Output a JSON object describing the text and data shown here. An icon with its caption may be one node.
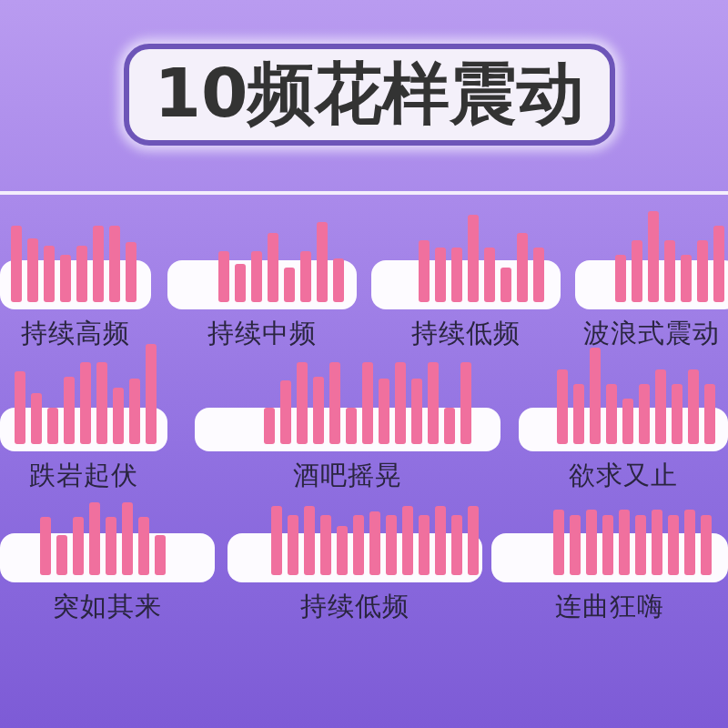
{
  "diagram": {
    "title": "10频花样震动",
    "nodes": [
      {
        "text": [
          "持续高频"
        ]
      },
      {
        "text": [
          "持续中频"
        ]
      },
      {
        "text": [
          "持续低频"
        ]
      },
      {
        "text": [
          "波浪式震动"
        ]
      },
      {
        "text": [
          "跌岩起伏"
        ]
      },
      {
        "text": [
          "酒吧摇晃"
        ]
      },
      {
        "text": [
          "欲求又止"
        ]
      },
      {
        "text": [
          "突如其来"
        ]
      },
      {
        "text": [
          "持续低频"
        ]
      },
      {
        "text": [
          "连曲狂嗨"
        ]
      }
    ]
  }
}
